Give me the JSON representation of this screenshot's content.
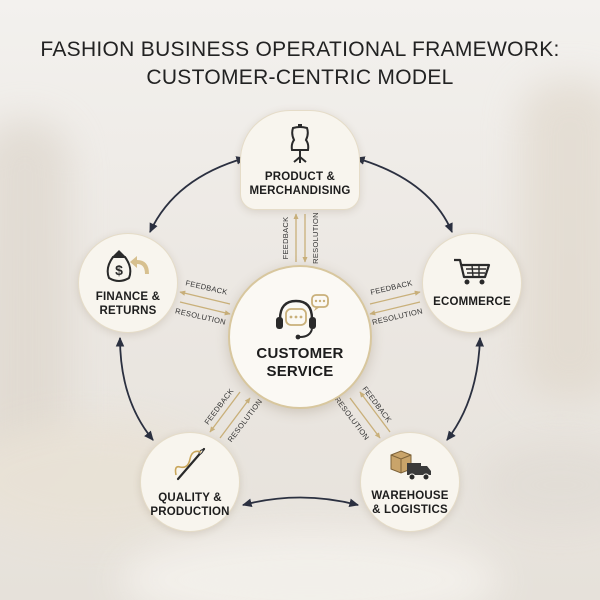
{
  "title": {
    "line1": "FASHION BUSINESS OPERATIONAL FRAMEWORK:",
    "line2": "CUSTOMER-CENTRIC MODEL"
  },
  "center": {
    "label": "CUSTOMER\nSERVICE",
    "icon": "headset-chat-icon"
  },
  "nodes": [
    {
      "id": "product",
      "label": "PRODUCT &\nMERCHANDISING",
      "icon": "dress-form-icon"
    },
    {
      "id": "ecommerce",
      "label": "ECOMMERCE",
      "icon": "shopping-cart-icon"
    },
    {
      "id": "warehouse",
      "label": "WAREHOUSE\n& LOGISTICS",
      "icon": "box-truck-icon"
    },
    {
      "id": "quality",
      "label": "QUALITY &\nPRODUCTION",
      "icon": "needle-thread-icon"
    },
    {
      "id": "finance",
      "label": "FINANCE &\nRETURNS",
      "icon": "money-bag-return-icon"
    }
  ],
  "flow_labels": {
    "feedback": "FEEDBACK",
    "resolution": "RESOLUTION"
  },
  "colors": {
    "node_fill": "#f8f5ee",
    "gold_accent": "#c9b07a",
    "dark_arrow": "#2b3040",
    "text": "#1d1d1d"
  }
}
